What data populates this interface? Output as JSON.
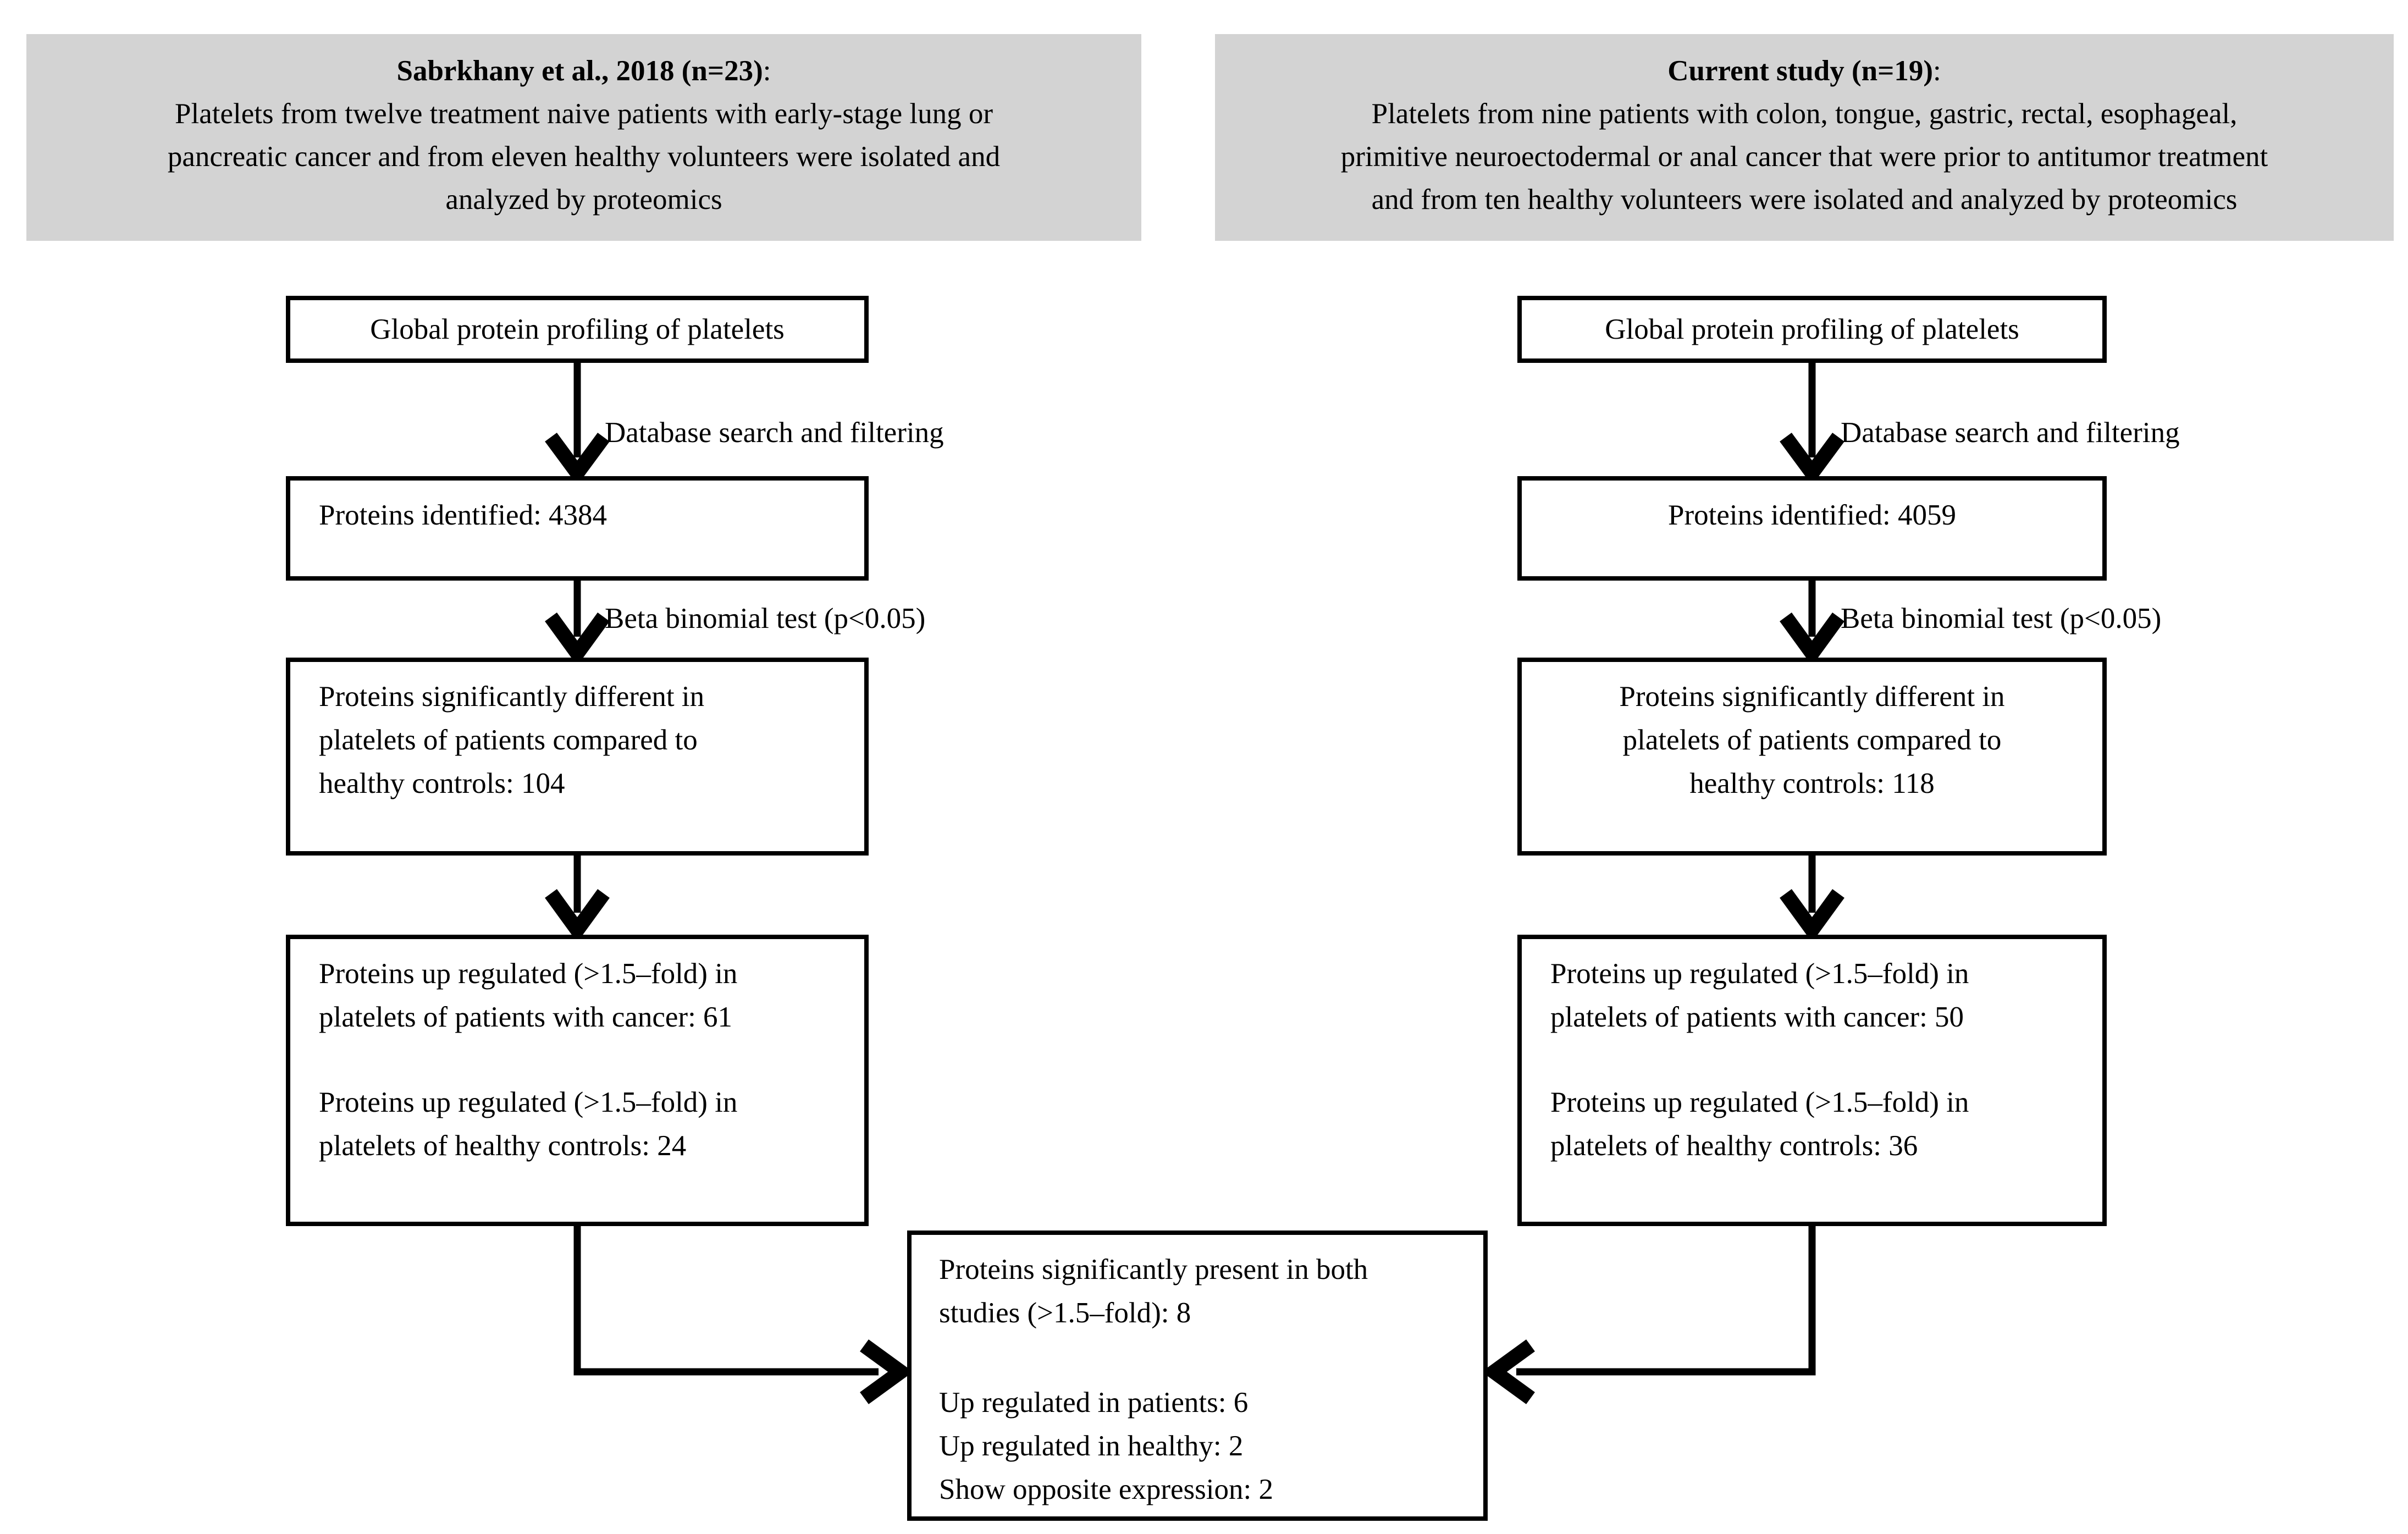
{
  "colors": {
    "page_bg": "#ffffff",
    "header_bg": "#d3d3d3",
    "box_border": "#000000",
    "text": "#000000",
    "connector": "#000000"
  },
  "left_study": {
    "header_title": "Sabrkhany et al., 2018 (n=23)",
    "header_title_suffix": ":",
    "header_lines": [
      "Platelets from twelve treatment naive patients with early-stage lung or",
      "pancreatic cancer and from eleven healthy volunteers were isolated and",
      "analyzed by proteomics"
    ],
    "step1": "Global protein profiling of platelets",
    "arrow1_label": "Database search and filtering",
    "step2": "Proteins identified: 4384",
    "arrow2_label": "Beta binomial test (p<0.05)",
    "step3_lines": [
      "Proteins significantly different in",
      "platelets of patients compared to",
      "healthy controls: 104"
    ],
    "step4_para1_lines": [
      "Proteins up regulated (>1.5–fold) in",
      "platelets of patients with cancer: 61"
    ],
    "step4_para2_lines": [
      "Proteins up regulated (>1.5–fold) in",
      "platelets of healthy controls: 24"
    ]
  },
  "right_study": {
    "header_title": "Current study (n=19)",
    "header_title_suffix": ":",
    "header_lines": [
      "Platelets from nine patients with colon, tongue, gastric, rectal, esophageal,",
      "primitive neuroectodermal or anal cancer that were prior to antitumor treatment",
      "and from ten healthy volunteers were isolated and analyzed by proteomics"
    ],
    "step1": "Global protein profiling of platelets",
    "arrow1_label": "Database search and filtering",
    "step2": "Proteins identified: 4059",
    "arrow2_label": "Beta binomial test (p<0.05)",
    "step3_lines": [
      "Proteins significantly different in",
      "platelets of patients compared to",
      "healthy controls: 118"
    ],
    "step4_para1_lines": [
      "Proteins up regulated (>1.5–fold) in",
      "platelets of patients with cancer: 50"
    ],
    "step4_para2_lines": [
      "Proteins up regulated (>1.5–fold) in",
      "platelets of healthy controls: 36"
    ]
  },
  "merge_box": {
    "para1_lines": [
      "Proteins significantly present in both",
      "studies (>1.5–fold): 8"
    ],
    "para2_lines": [
      "Up regulated in patients: 6",
      "Up regulated in healthy: 2",
      "Show opposite expression: 2"
    ]
  }
}
